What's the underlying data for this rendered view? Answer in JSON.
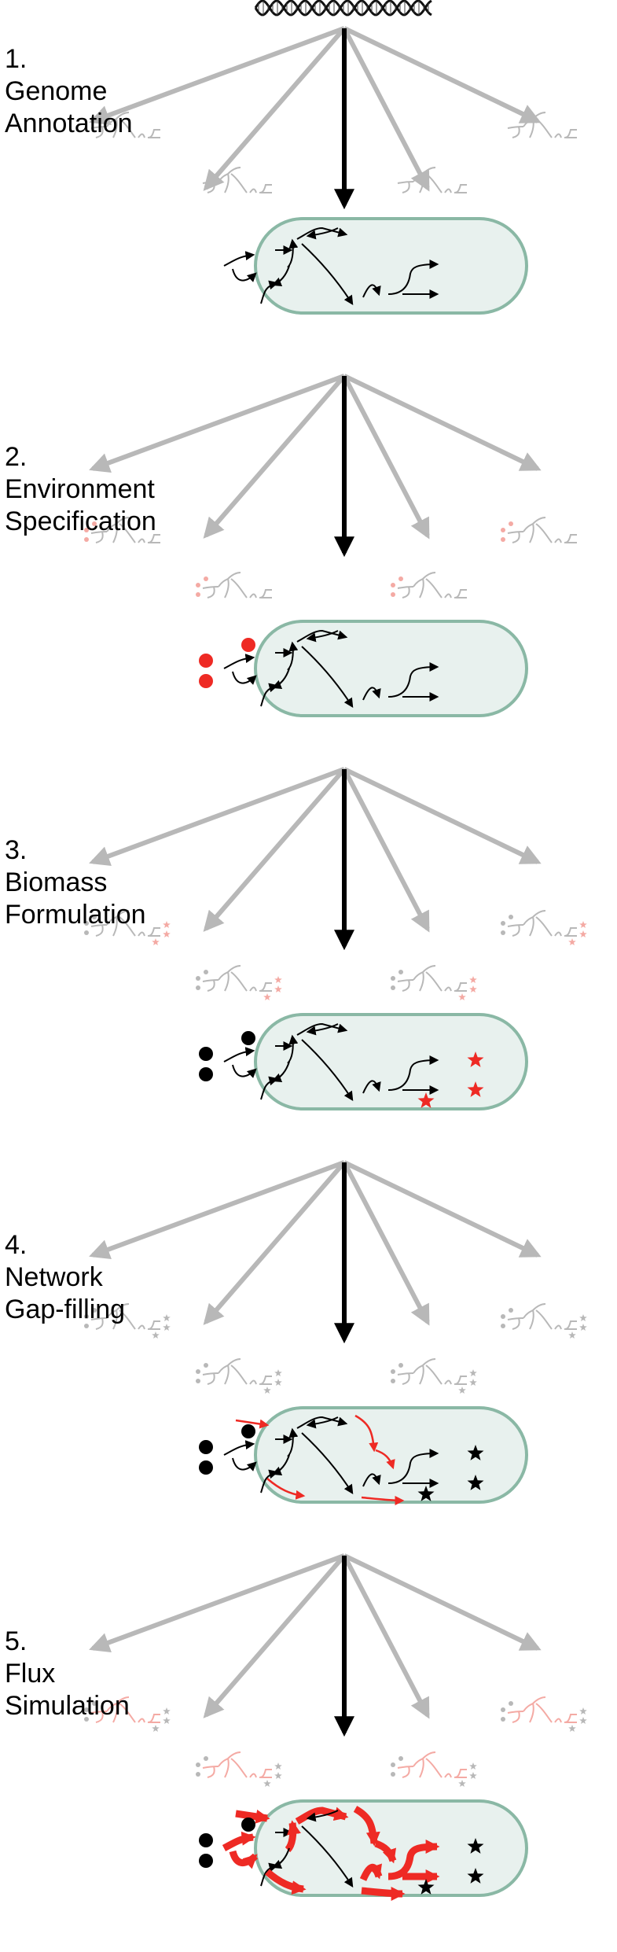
{
  "steps": [
    {
      "number": "1.",
      "title": "Genome\nAnnotation"
    },
    {
      "number": "2.",
      "title": "Environment\nSpecification"
    },
    {
      "number": "3.",
      "title": "Biomass\nFormulation"
    },
    {
      "number": "4.",
      "title": "Network\nGap-filling"
    },
    {
      "number": "5.",
      "title": "Flux\nSimulation"
    }
  ],
  "colors": {
    "gray": "#b8b8b8",
    "black": "#000000",
    "red": "#ee2a24",
    "pink": "#f4aaa4",
    "cell_fill": "#e8f1ee",
    "cell_stroke": "#8ab8a5",
    "teal_light": "#b8d6cc"
  }
}
